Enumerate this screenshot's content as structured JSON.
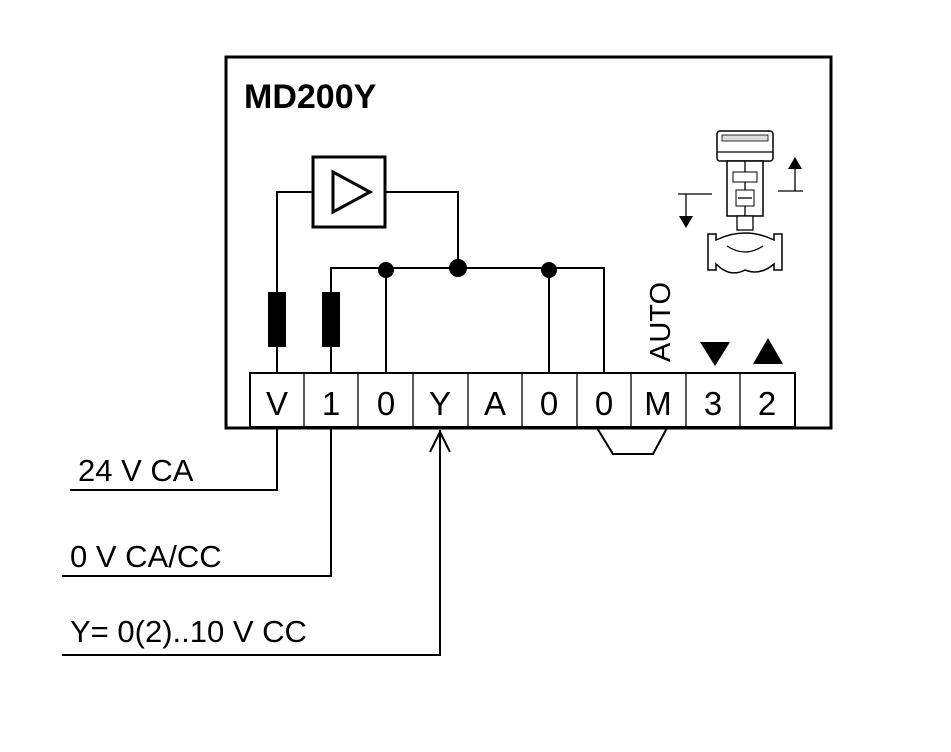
{
  "device": {
    "model": "MD200Y"
  },
  "terminals": [
    "V",
    "1",
    "0",
    "Y",
    "A",
    "0",
    "0",
    "M",
    "3",
    "2"
  ],
  "mode_label": "AUTO",
  "direction_icons": [
    "triangle-down-icon",
    "triangle-up-icon"
  ],
  "wires": [
    {
      "label": "24 V CA"
    },
    {
      "label": "0 V CA/CC"
    },
    {
      "label": "Y= 0(2)..10 V CC"
    }
  ]
}
